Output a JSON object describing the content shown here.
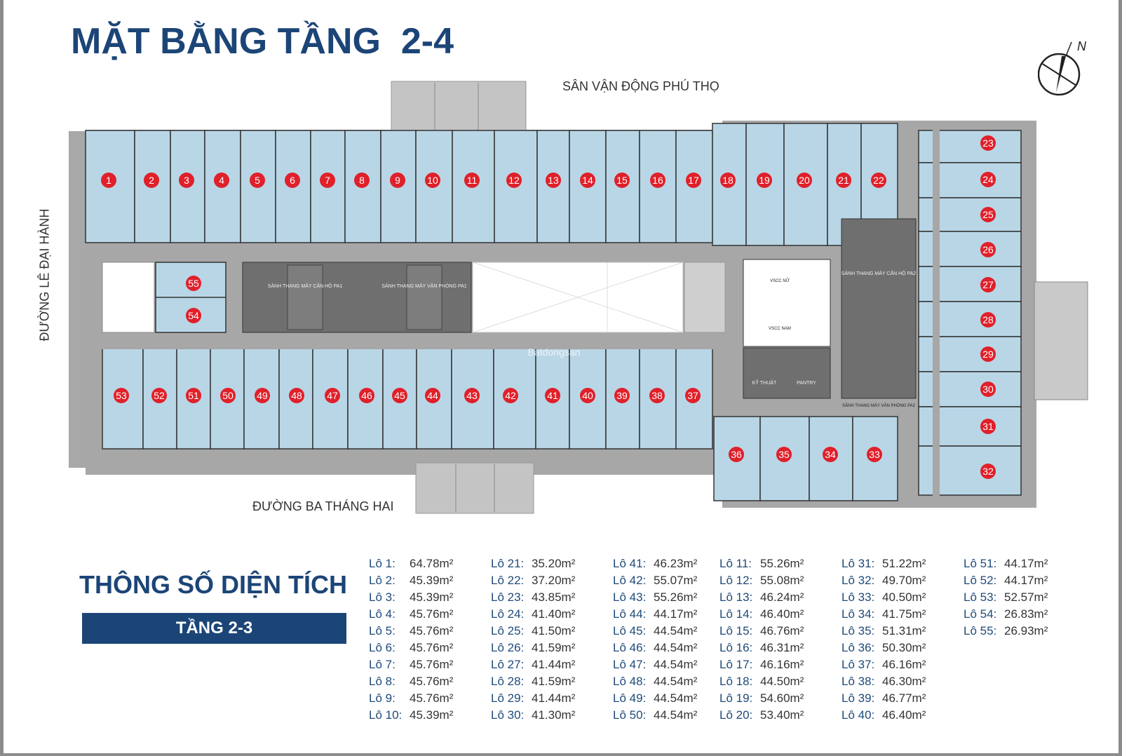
{
  "title": "MẶT BẰNG TẦNG  2-4",
  "compass_label": "N",
  "streets": {
    "north": "SÂN VẬN ĐỘNG PHÚ THỌ",
    "south": "ĐƯỜNG BA THÁNG HAI",
    "west": "ĐƯỜNG LÊ ĐẠI HÀNH"
  },
  "colors": {
    "title": "#1c4577",
    "unit_fill": "#b9d6e6",
    "unit_marker": "#e0202a",
    "corridor": "#a7a7a7",
    "core": "#6c6c6c"
  },
  "core_labels": {
    "west_lobby": "SẢNH THANG MÁY CĂN HỘ PA1",
    "west_office_lobby": "SẢNH THANG MÁY VĂN PHÒNG PA1",
    "wc_female": "VSCC NỮ",
    "wc_male": "VSCC NAM",
    "east_lobby": "SẢNH THANG MÁY CĂN HỘ PA2",
    "east_office_lobby": "SẢNH THANG MÁY VĂN PHÒNG PA2",
    "technical": "KỸ THUẬT",
    "pantry": "PANTRY",
    "watermark": "Batdongsan"
  },
  "units": [
    "1",
    "2",
    "3",
    "4",
    "5",
    "6",
    "7",
    "8",
    "9",
    "10",
    "11",
    "12",
    "13",
    "14",
    "15",
    "16",
    "17",
    "18",
    "19",
    "20",
    "21",
    "22",
    "23",
    "24",
    "25",
    "26",
    "27",
    "28",
    "29",
    "30",
    "31",
    "32",
    "33",
    "34",
    "35",
    "36",
    "37",
    "38",
    "39",
    "40",
    "41",
    "42",
    "43",
    "44",
    "45",
    "46",
    "47",
    "48",
    "49",
    "50",
    "51",
    "52",
    "53",
    "54",
    "55"
  ],
  "area_section": {
    "title": "THÔNG SỐ DIỆN TÍCH",
    "floor": "TẦNG 2-3",
    "columns": [
      [
        {
          "lot": "Lô 1:",
          "area": "64.78m²"
        },
        {
          "lot": "Lô 2:",
          "area": "45.39m²"
        },
        {
          "lot": "Lô 3:",
          "area": "45.39m²"
        },
        {
          "lot": "Lô 4:",
          "area": "45.76m²"
        },
        {
          "lot": "Lô 5:",
          "area": "45.76m²"
        },
        {
          "lot": "Lô 6:",
          "area": "45.76m²"
        },
        {
          "lot": "Lô 7:",
          "area": "45.76m²"
        },
        {
          "lot": "Lô 8:",
          "area": "45.76m²"
        },
        {
          "lot": "Lô 9:",
          "area": "45.76m²"
        },
        {
          "lot": "Lô 10:",
          "area": "45.39m²"
        }
      ],
      [
        {
          "lot": "Lô 21:",
          "area": "35.20m²"
        },
        {
          "lot": "Lô 22:",
          "area": "37.20m²"
        },
        {
          "lot": "Lô 23:",
          "area": "43.85m²"
        },
        {
          "lot": "Lô 24:",
          "area": "41.40m²"
        },
        {
          "lot": "Lô 25:",
          "area": "41.50m²"
        },
        {
          "lot": "Lô 26:",
          "area": "41.59m²"
        },
        {
          "lot": "Lô 27:",
          "area": "41.44m²"
        },
        {
          "lot": "Lô 28:",
          "area": "41.59m²"
        },
        {
          "lot": "Lô 29:",
          "area": "41.44m²"
        },
        {
          "lot": "Lô 30:",
          "area": "41.30m²"
        }
      ],
      [
        {
          "lot": "Lô 41:",
          "area": "46.23m²"
        },
        {
          "lot": "Lô 42:",
          "area": "55.07m²"
        },
        {
          "lot": "Lô 43:",
          "area": "55.26m²"
        },
        {
          "lot": "Lô 44:",
          "area": "44.17m²"
        },
        {
          "lot": "Lô 45:",
          "area": "44.54m²"
        },
        {
          "lot": "Lô 46:",
          "area": "44.54m²"
        },
        {
          "lot": "Lô 47:",
          "area": "44.54m²"
        },
        {
          "lot": "Lô 48:",
          "area": "44.54m²"
        },
        {
          "lot": "Lô 49:",
          "area": "44.54m²"
        },
        {
          "lot": "Lô 50:",
          "area": "44.54m²"
        }
      ],
      [
        {
          "lot": "Lô 11:",
          "area": "55.26m²"
        },
        {
          "lot": "Lô 12:",
          "area": "55.08m²"
        },
        {
          "lot": "Lô 13:",
          "area": "46.24m²"
        },
        {
          "lot": "Lô 14:",
          "area": "46.40m²"
        },
        {
          "lot": "Lô 15:",
          "area": "46.76m²"
        },
        {
          "lot": "Lô 16:",
          "area": "46.31m²"
        },
        {
          "lot": "Lô 17:",
          "area": "46.16m²"
        },
        {
          "lot": "Lô 18:",
          "area": "44.50m²"
        },
        {
          "lot": "Lô 19:",
          "area": "54.60m²"
        },
        {
          "lot": "Lô 20:",
          "area": "53.40m²"
        }
      ],
      [
        {
          "lot": "Lô 31:",
          "area": "51.22m²"
        },
        {
          "lot": "Lô 32:",
          "area": "49.70m²"
        },
        {
          "lot": "Lô 33:",
          "area": "40.50m²"
        },
        {
          "lot": "Lô 34:",
          "area": "41.75m²"
        },
        {
          "lot": "Lô 35:",
          "area": "51.31m²"
        },
        {
          "lot": "Lô 36:",
          "area": "50.30m²"
        },
        {
          "lot": "Lô 37:",
          "area": "46.16m²"
        },
        {
          "lot": "Lô 38:",
          "area": "46.30m²"
        },
        {
          "lot": "Lô 39:",
          "area": "46.77m²"
        },
        {
          "lot": "Lô 40:",
          "area": "46.40m²"
        }
      ],
      [
        {
          "lot": "Lô 51:",
          "area": "44.17m²"
        },
        {
          "lot": "Lô 52:",
          "area": "44.17m²"
        },
        {
          "lot": "Lô 53:",
          "area": "52.57m²"
        },
        {
          "lot": "Lô 54:",
          "area": "26.83m²"
        },
        {
          "lot": "Lô 55:",
          "area": "26.93m²"
        }
      ]
    ]
  }
}
